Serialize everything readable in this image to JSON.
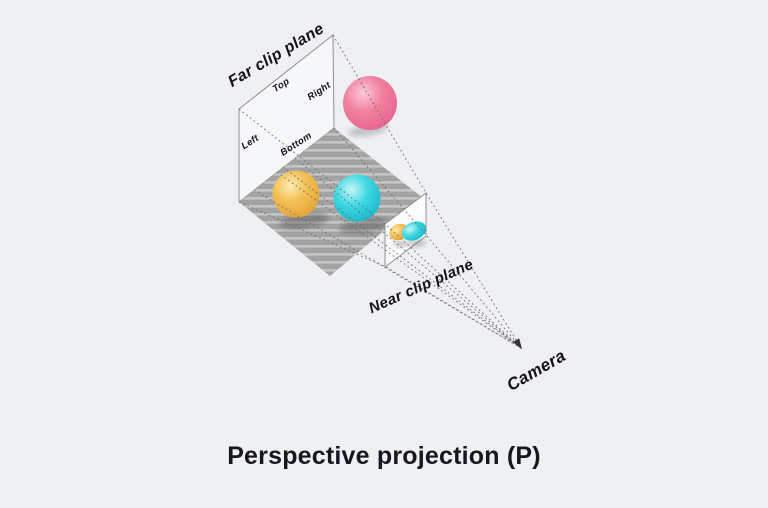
{
  "title": {
    "text": "Perspective projection (P)",
    "color": "#17171f"
  },
  "figure": {
    "labels": {
      "far_plane": "Far clip plane",
      "near_plane": "Near clip plane",
      "camera": "Camera",
      "face_top": "Top",
      "face_right": "Right",
      "face_left": "Left",
      "face_bottom": "Bottom"
    },
    "colors": {
      "background": "#eef0f4",
      "sphere_pink": "#f0809f",
      "sphere_yellow": "#f3c054",
      "sphere_cyan": "#3ed8e3",
      "floor_base": "#a3a3a3",
      "floor_stripe": "#c7c7c7",
      "plane_fill": "#f5f7f9",
      "near_plane_fill": "#fbfcfe",
      "plane_stroke": "#909090",
      "ray": "#6e6e6e",
      "label_text": "#131318"
    }
  }
}
